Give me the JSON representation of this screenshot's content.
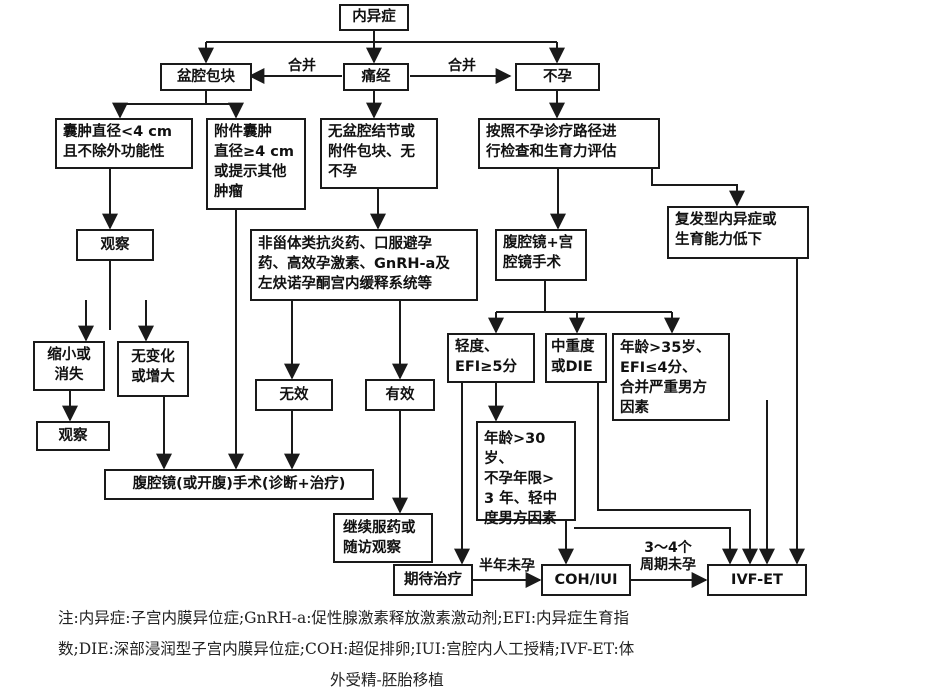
{
  "boxes": {
    "root": "内异症",
    "pelvic_mass": "盆腔包块",
    "dysmenorrhea": "痛经",
    "infertility": "不孕",
    "cyst_small": "囊肿直径<4 cm\n且不除外功能性",
    "cyst_large": "附件囊肿\n直径≥4 cm\n或提示其他\n肿瘤",
    "no_nodule": "无盆腔结节或\n附件包块、无\n不孕",
    "infertility_path": "按照不孕诊疗路径进\n行检查和生育力评估",
    "recurrent": "复发型内异症或\n生育能力低下",
    "observe1": "观察",
    "drugs": "非甾体类抗炎药、口服避孕\n药、高效孕激素、GnRH-a及\n左炔诺孕酮宫内缓释系统等",
    "laparoscopy_hys": "腹腔镜+宫\n腔镜手术",
    "shrink": "缩小或\n消失",
    "no_change": "无变化\n或增大",
    "mild": "轻度、\nEFI≥5分",
    "moderate": "中重度\n或DIE",
    "age35": "年龄>35岁、\nEFI≤4分、\n合并严重男方\n因素",
    "observe2": "观察",
    "ineffective": "无效",
    "effective": "有效",
    "age30": "年龄>30岁、\n不孕年限>\n3 年、轻中\n度男方因素",
    "surgery": "腹腔镜(或开腹)手术(诊断+治疗)",
    "continue_med": "继续服药或\n随访观察",
    "expectant": "期待治疗",
    "coh_iui": "COH/IUI",
    "ivf": "IVF-ET"
  },
  "edge_labels": {
    "combined_left": "合并",
    "combined_right": "合并",
    "half_year": "半年未孕",
    "cycles": "3～4个\n周期未孕"
  },
  "note": {
    "line1": "注:内异症:子宫内膜异位症;GnRH-a:促性腺激素释放激素激动剂;EFI:内异症生育指",
    "line2": "数;DIE:深部浸润型子宫内膜异位症;COH:超促排卵;IUI:宫腔内人工授精;IVF-ET:体",
    "line3": "外受精-胚胎移植"
  },
  "colors": {
    "stroke": "#1a1a1a",
    "text": "#111111",
    "note": "#222222"
  }
}
